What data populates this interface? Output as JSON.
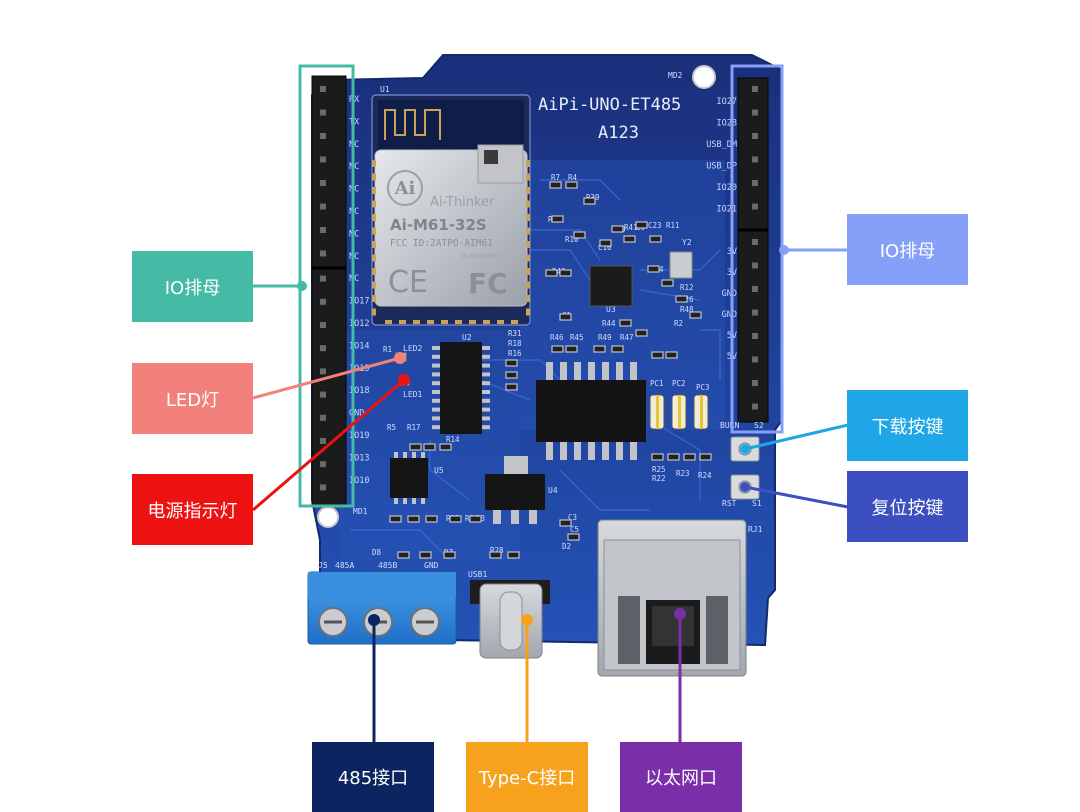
{
  "board": {
    "model_line1": "AiPi-UNO-ET485",
    "model_line2": "A123",
    "module_brand": "Ai-Thinker",
    "module_name": "Ai-M61-32S",
    "module_fcc": "FCC ID:2ATPO-AIM61",
    "module_lot": "BL6P8BM86D",
    "ce_mark": "CE",
    "fc_mark": "FC",
    "silk_u1": "U1",
    "silk_md2": "MD2",
    "silk_md1": "MD1",
    "silk_j5": "J5",
    "silk_485a": "485A",
    "silk_485b": "485B",
    "silk_gnd": "GND",
    "silk_usb1": "USB1",
    "silk_rj1": "RJ1",
    "silk_u2": "U2",
    "silk_u3": "U3",
    "silk_u4": "U4",
    "silk_u5": "U5",
    "silk_s1": "S1",
    "silk_s2": "S2",
    "silk_rst": "RST",
    "silk_burn": "BURN",
    "silk_led1": "LED1",
    "silk_led2": "LED2",
    "silk_y2": "Y2",
    "right_header_labels": [
      "IO27",
      "IO28",
      "USB_DM",
      "USB_DP",
      "IO20",
      "IO21"
    ],
    "right_header_lower": [
      "3V",
      "3V",
      "GND",
      "GND",
      "5V",
      "5V"
    ],
    "left_header_labels": [
      "RX",
      "TX",
      "NC",
      "NC",
      "NC",
      "NC",
      "NC",
      "NC",
      "NC",
      "IO17",
      "IO12",
      "IO14",
      "IO15",
      "IO18",
      "GND",
      "IO19",
      "IO13",
      "IO10"
    ],
    "silk_parts": [
      "R7",
      "R4",
      "R39",
      "R42",
      "R10",
      "R40",
      "R41",
      "C9",
      "C23",
      "R11",
      "C10",
      "R43",
      "C14",
      "R12",
      "R26",
      "R48",
      "R2",
      "C1",
      "R44",
      "R31",
      "R18",
      "R16",
      "R46",
      "R45",
      "R49",
      "R47",
      "R1",
      "R5",
      "R17",
      "R14",
      "R13",
      "R8",
      "R3",
      "R28",
      "C3",
      "C5",
      "D2",
      "D8",
      "D7",
      "R25",
      "R22",
      "R23",
      "R24",
      "PC1",
      "PC2",
      "PC3"
    ]
  },
  "callouts": {
    "io_left": "IO排母",
    "io_right": "IO排母",
    "led": "LED灯",
    "power_led": "电源指示灯",
    "download_btn": "下载按键",
    "reset_btn": "复位按键",
    "rs485": "485接口",
    "typec": "Type-C接口",
    "ethernet": "以太网口"
  },
  "colors": {
    "teal": "#45bba5",
    "salmon": "#f2817c",
    "red": "#ee1111",
    "periwinkle": "#869ff7",
    "sky": "#1ea6e6",
    "indigo": "#3b4fc0",
    "navy": "#0c2460",
    "orange": "#f7a21c",
    "purple": "#7a2fa8",
    "pcb": "#1e3f96"
  }
}
